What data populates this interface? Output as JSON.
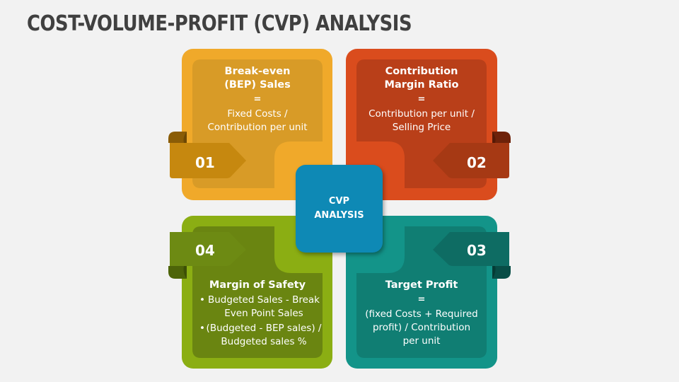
{
  "title": "COST-VOLUME-PROFIT (CVP) ANALYSIS",
  "center": {
    "line1": "CVP",
    "line2": "ANALYSIS",
    "color": "#0e89b5"
  },
  "quadrants": [
    {
      "number": "01",
      "heading_line1": "Break-even",
      "heading_line2": "(BEP) Sales",
      "equals": "=",
      "body_line1": "Fixed Costs /",
      "body_line2": "Contribution per unit",
      "outer_color": "#f0a92a",
      "inner_color": "#d89b27",
      "ribbon_color": "#c6880f"
    },
    {
      "number": "02",
      "heading_line1": "Contribution",
      "heading_line2": "Margin Ratio",
      "equals": "=",
      "body_line1": "Contribution per unit /",
      "body_line2": "Selling Price",
      "outer_color": "#da4c1d",
      "inner_color": "#b93f19",
      "ribbon_color": "#a63914"
    },
    {
      "number": "03",
      "heading": "Target Profit",
      "equals": "=",
      "body_line1": "(fixed Costs + Required",
      "body_line2": "profit) / Contribution",
      "body_line3": "per unit",
      "outer_color": "#139489",
      "inner_color": "#107e73",
      "ribbon_color": "#0e6c63"
    },
    {
      "number": "04",
      "heading": "Margin of Safety",
      "bullets": [
        {
          "line1": "Budgeted Sales - Break",
          "line2": "Even Point Sales"
        },
        {
          "line1": "(Budgeted - BEP sales) /",
          "line2": "Budgeted sales %"
        }
      ],
      "bullet_glyph": "•",
      "outer_color": "#8bae13",
      "inner_color": "#6a8511",
      "ribbon_color": "#6d8a13"
    }
  ]
}
